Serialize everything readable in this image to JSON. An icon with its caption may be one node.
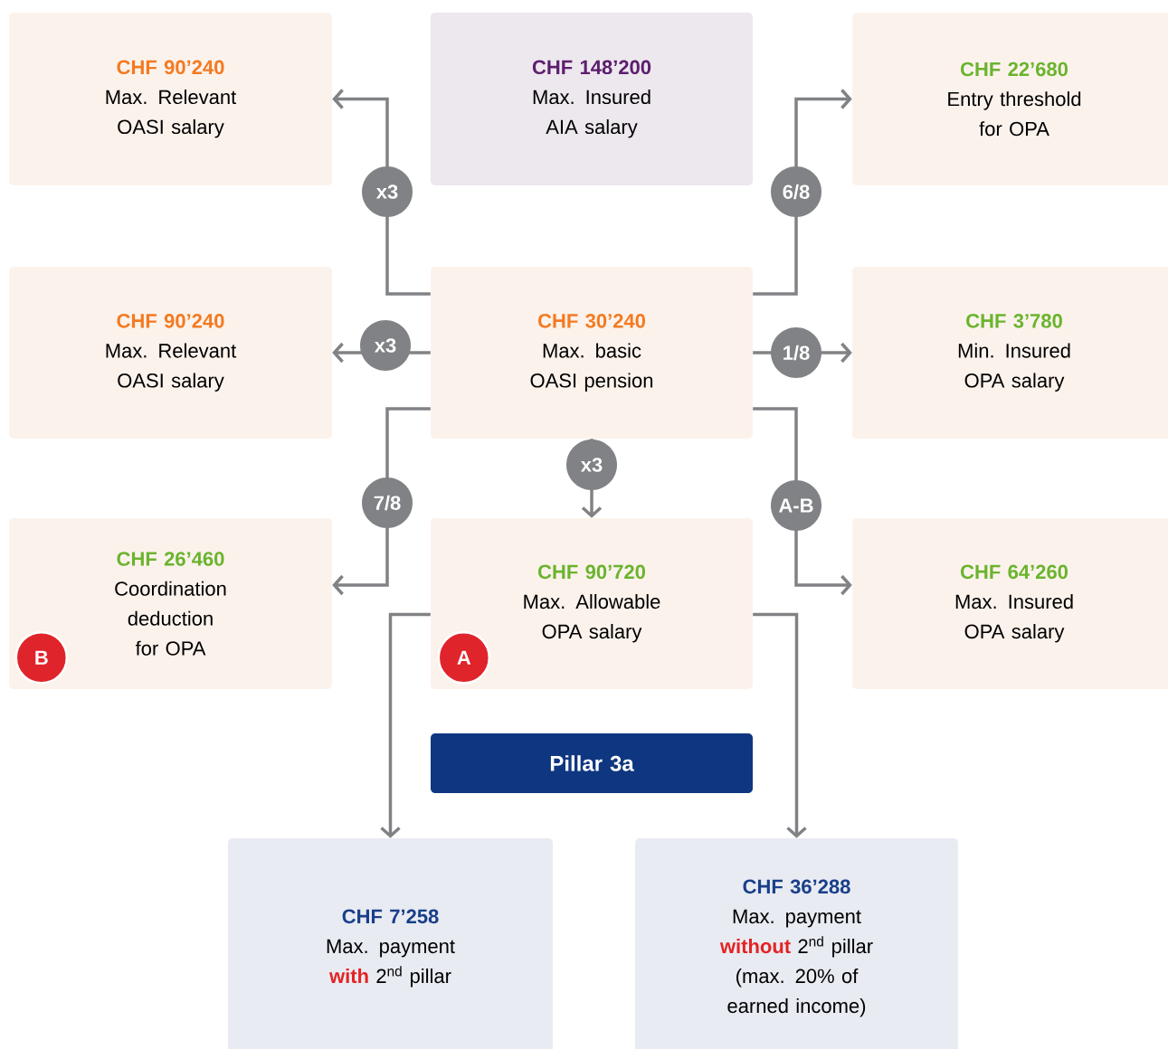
{
  "diagram": {
    "nodes": [
      {
        "text": [
          "CHF 90’240",
          "Max. Relevant OASI salary"
        ]
      },
      {
        "text": [
          "CHF 148’200",
          "Max. Insured AIA salary"
        ]
      },
      {
        "text": [
          "CHF 22’680",
          "Entry threshold for OPA"
        ]
      },
      {
        "text": [
          "CHF 90’240",
          "Max. Relevant OASI salary"
        ]
      },
      {
        "text": [
          "CHF 30’240",
          "Max. basic OASI pension"
        ]
      },
      {
        "text": [
          "CHF 3’780",
          "Min. Insured OPA salary"
        ]
      },
      {
        "text": [
          "CHF 26’460",
          "Coordination deduction for OPA"
        ]
      },
      {
        "text": [
          "B"
        ],
        "in": 6
      },
      {
        "text": [
          "CHF 90’720",
          "Max. Allowable OPA salary"
        ]
      },
      {
        "text": [
          "A"
        ],
        "in": 8
      },
      {
        "text": [
          "CHF 64’260",
          "Max. Insured OPA salary"
        ]
      },
      {
        "text": [
          "Pillar 3a"
        ]
      },
      {
        "text": [
          "CHF 7’258",
          "Max. payment **with** 2$^{nd}$ pillar"
        ]
      },
      {
        "text": [
          "CHF 36’288",
          "Max. payment **without** 2$^{nd}$ pillar (max. 20% of earned income)"
        ]
      }
    ],
    "edges": [
      {
        "from": 4,
        "to": 0,
        "arrow": "to",
        "label": "x3"
      },
      {
        "from": 4,
        "to": 2,
        "arrow": "to",
        "label": "6/8"
      },
      {
        "from": 4,
        "to": 3,
        "arrow": "to",
        "label": "x3"
      },
      {
        "from": 4,
        "to": 5,
        "arrow": "to",
        "label": "1/8"
      },
      {
        "from": 4,
        "to": 6,
        "arrow": "to",
        "label": "7/8"
      },
      {
        "from": 4,
        "to": 8,
        "arrow": "to",
        "label": "x3"
      },
      {
        "from": 4,
        "to": 10,
        "arrow": "to",
        "label": "A-B"
      },
      {
        "from": 8,
        "to": 12,
        "arrow": "to"
      },
      {
        "from": 8,
        "to": 13,
        "arrow": "to"
      }
    ]
  }
}
